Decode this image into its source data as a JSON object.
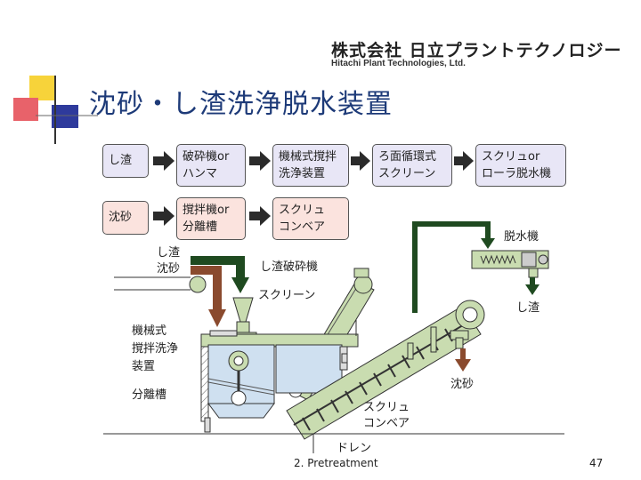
{
  "header": {
    "company_jp": "株式会社 日立プラントテクノロジー",
    "company_en": "Hitachi Plant Technologies, Ltd."
  },
  "title": "沈砂・し渣洗浄脱水装置",
  "flow": {
    "row1": {
      "start": "し渣",
      "step1": [
        "破砕機or",
        "ハンマ"
      ],
      "step2": [
        "機械式撹拌",
        "洗浄装置"
      ],
      "step3": [
        "ろ面循環式",
        "スクリーン"
      ],
      "step4": [
        "スクリュor",
        "ローラ脱水機"
      ]
    },
    "row2": {
      "start": "沈砂",
      "step1": [
        "撹拌機or",
        "分離槽"
      ],
      "step2": [
        "スクリュ",
        "コンベア"
      ]
    }
  },
  "labels": {
    "inlet_shisa": "し渣",
    "inlet_chinsa": "沈砂",
    "crusher": "し渣破砕機",
    "screen": "スクリーン",
    "dewaterer": "脱水機",
    "shisa_out": "し渣",
    "mixer_line1": "機械式",
    "mixer_line2": "撹拌洗浄",
    "mixer_line3": "装置",
    "separator": "分離槽",
    "sand_out": "沈砂",
    "conveyor_line1": "スクリュ",
    "conveyor_line2": "コンベア",
    "drain": "ドレン"
  },
  "footer": {
    "section": "2. Pretreatment",
    "page": "47"
  },
  "colors": {
    "title": "#1d3a78",
    "arrow_dark": "#2b2b2b",
    "arrow_brown": "#8a4a2e",
    "arrow_green": "#1f4a20",
    "box_lavender": "#e8e6f6",
    "box_pink": "#fbe3de",
    "machine_green": "#c9dcb0",
    "tank_blue": "#cfe0f0",
    "accent_yellow": "#f7d33a",
    "accent_red": "#e8626a",
    "accent_blue": "#2e3a9c"
  }
}
